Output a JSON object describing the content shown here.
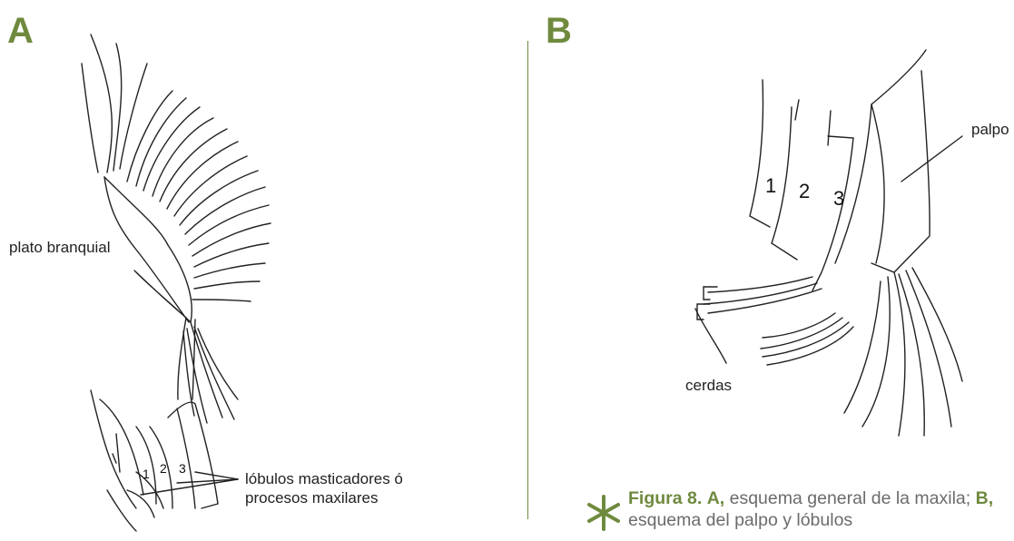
{
  "panels": {
    "a_letter": "A",
    "b_letter": "B"
  },
  "panel_a": {
    "label_plate": "plato branquial",
    "label_lobes_line1": "lóbulos masticadores ó",
    "label_lobes_line2": "procesos maxilares",
    "lobe_numbers": [
      "1",
      "2",
      "3"
    ]
  },
  "panel_b": {
    "label_palp": "palpo",
    "label_setae": "cerdas",
    "lobe_numbers": [
      "1",
      "2",
      "3"
    ]
  },
  "caption": {
    "fig_label": "Figura 8.",
    "a_label": "A,",
    "a_text": " esquema general de la maxila; ",
    "b_label": "B,",
    "b_text": " esquema del palpo y lóbulos"
  },
  "colors": {
    "accent": "#6f8a3e",
    "ink": "#222222"
  }
}
